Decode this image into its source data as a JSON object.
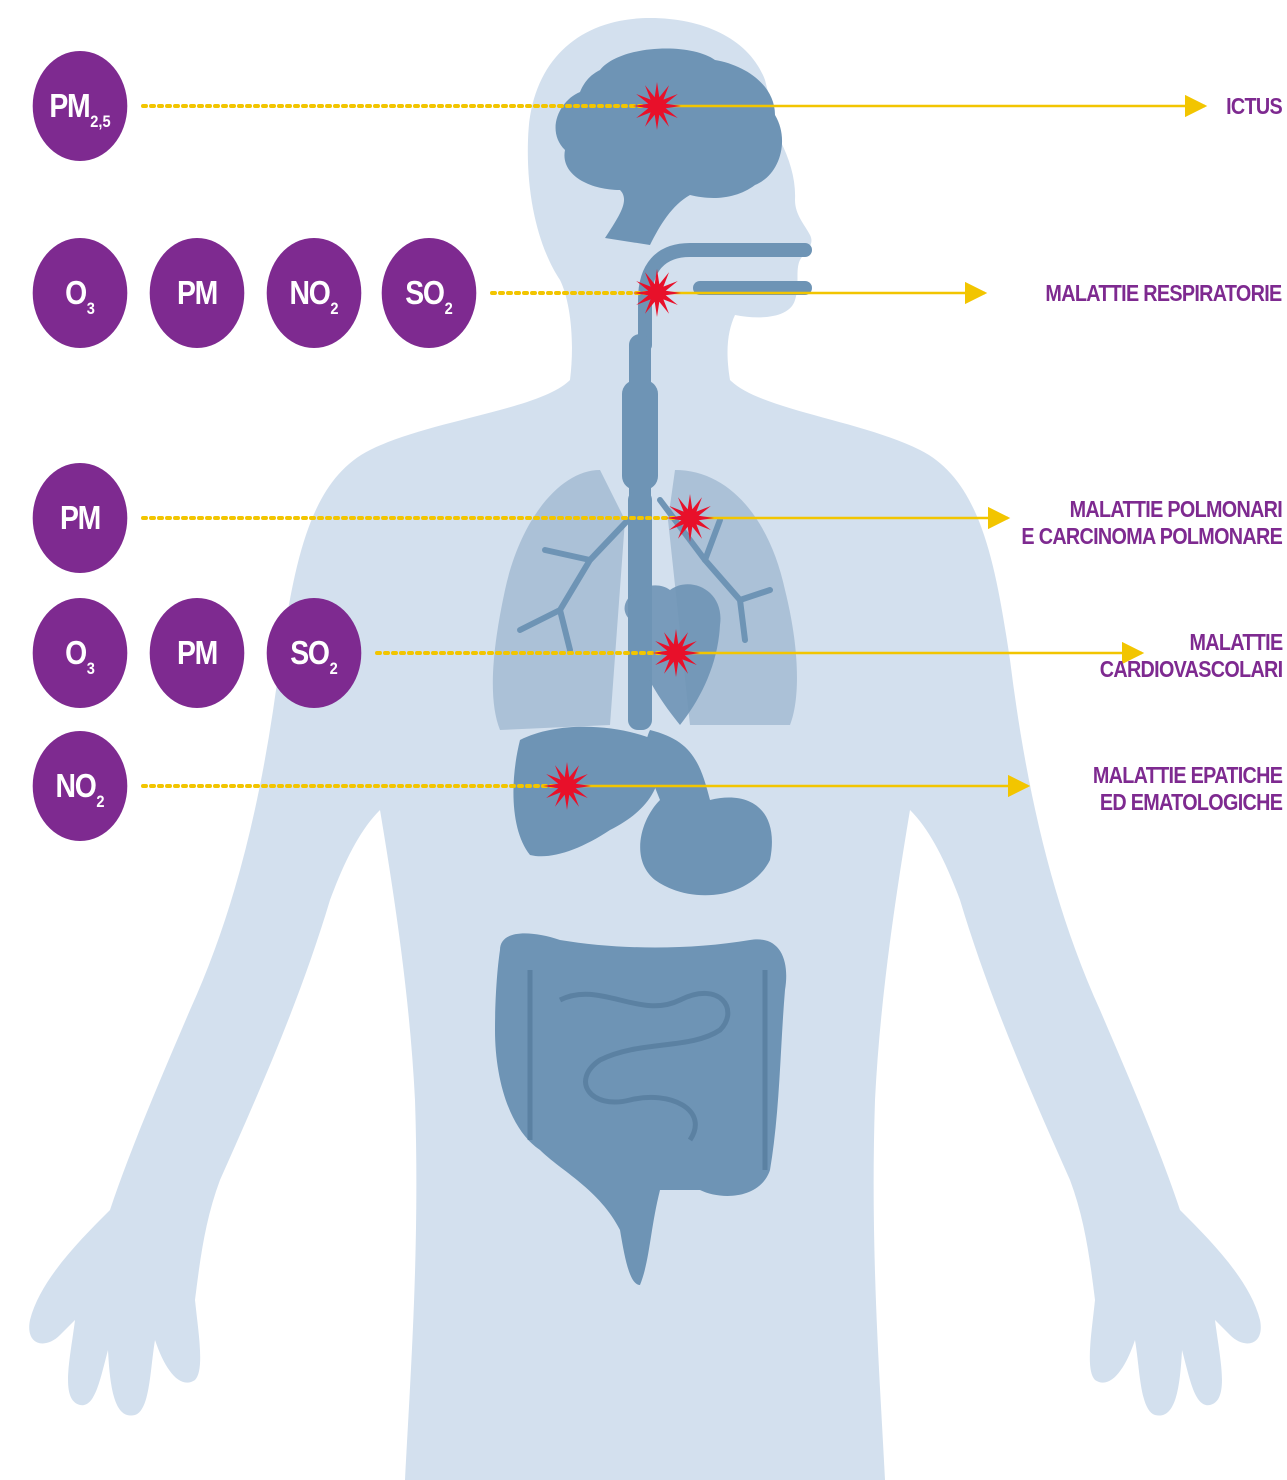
{
  "pollutant_rows": [
    {
      "pollutants": [
        {
          "base": "PM",
          "sub": "2,5"
        }
      ]
    },
    {
      "pollutants": [
        {
          "base": "O",
          "sub": "3"
        },
        {
          "base": "PM",
          "sub": ""
        },
        {
          "base": "NO",
          "sub": "2"
        },
        {
          "base": "SO",
          "sub": "2"
        }
      ]
    },
    {
      "pollutants": [
        {
          "base": "PM",
          "sub": ""
        }
      ]
    },
    {
      "pollutants": [
        {
          "base": "O",
          "sub": "3"
        },
        {
          "base": "PM",
          "sub": ""
        },
        {
          "base": "SO",
          "sub": "2"
        }
      ]
    },
    {
      "pollutants": [
        {
          "base": "NO",
          "sub": "2"
        }
      ]
    }
  ],
  "effects": [
    {
      "lines": [
        "ICTUS"
      ]
    },
    {
      "lines": [
        "MALATTIE RESPIRATORIE"
      ]
    },
    {
      "lines": [
        "MALATTIE POLMONARI",
        "E CARCINOMA POLMONARE"
      ]
    },
    {
      "lines": [
        "MALATTIE",
        "CARDIOVASCOLARI"
      ]
    },
    {
      "lines": [
        "MALATTIE EPATICHE",
        "ED EMATOLOGICHE"
      ]
    }
  ],
  "colors": {
    "bubble": "#7e2a90",
    "label": "#7e2a90",
    "body_silhouette": "#d3e0ee",
    "organ": "#6e94b5",
    "organ_dark": "#4f7596",
    "lung": "#a9bfd5",
    "arrow_line": "#f2c500",
    "dotted_line": "#f2c500",
    "impact_star": "#e8102a"
  },
  "icons": [
    "human-body-silhouette",
    "brain-icon",
    "airway-icon",
    "lungs-icon",
    "heart-icon",
    "liver-icon",
    "intestine-icon",
    "impact-star-icon"
  ]
}
